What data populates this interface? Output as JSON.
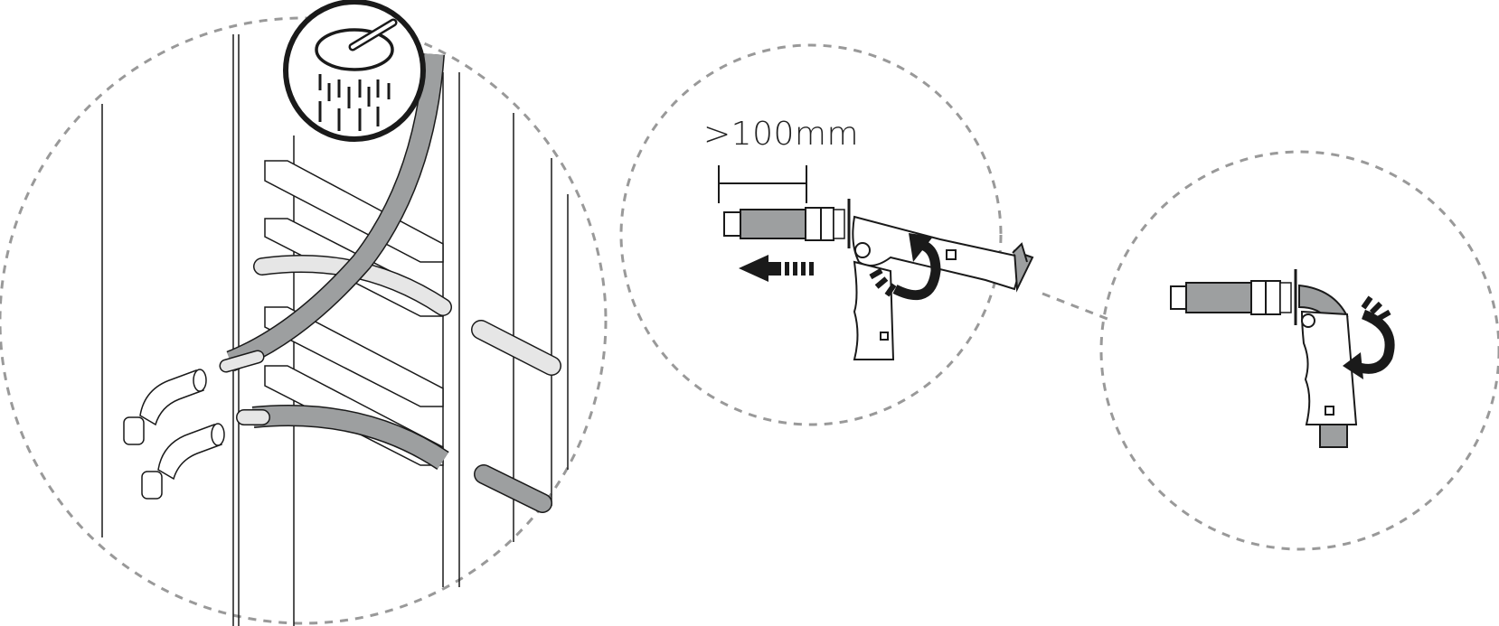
{
  "diagram": {
    "panels": [
      {
        "id": "panel-1",
        "description": "Wall-mounted rack with pipes and elbow fittings; inset showing pipe cut/deburr icon"
      },
      {
        "id": "panel-2",
        "description": "Press-fit tool removing fitting; pipe must protrude more than 100mm"
      },
      {
        "id": "panel-3",
        "description": "Rotate tool to release elbow fitting"
      }
    ],
    "dimension_label": ">100mm",
    "colors": {
      "pipe_gray": "#9d9fa0",
      "pipe_light": "#e6e6e6",
      "outline": "#1a1a1a",
      "dashed_circle": "#999999",
      "background": "#ffffff"
    }
  }
}
